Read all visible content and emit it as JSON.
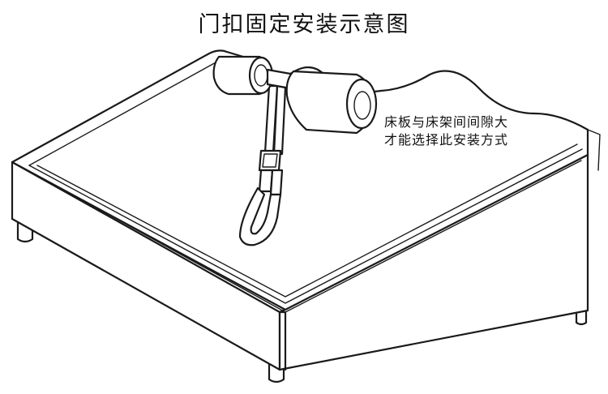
{
  "title": "门扣固定安装示意图",
  "note": {
    "line1": "床板与床架间间隙大",
    "line2": "才能选择此安装方式"
  }
}
